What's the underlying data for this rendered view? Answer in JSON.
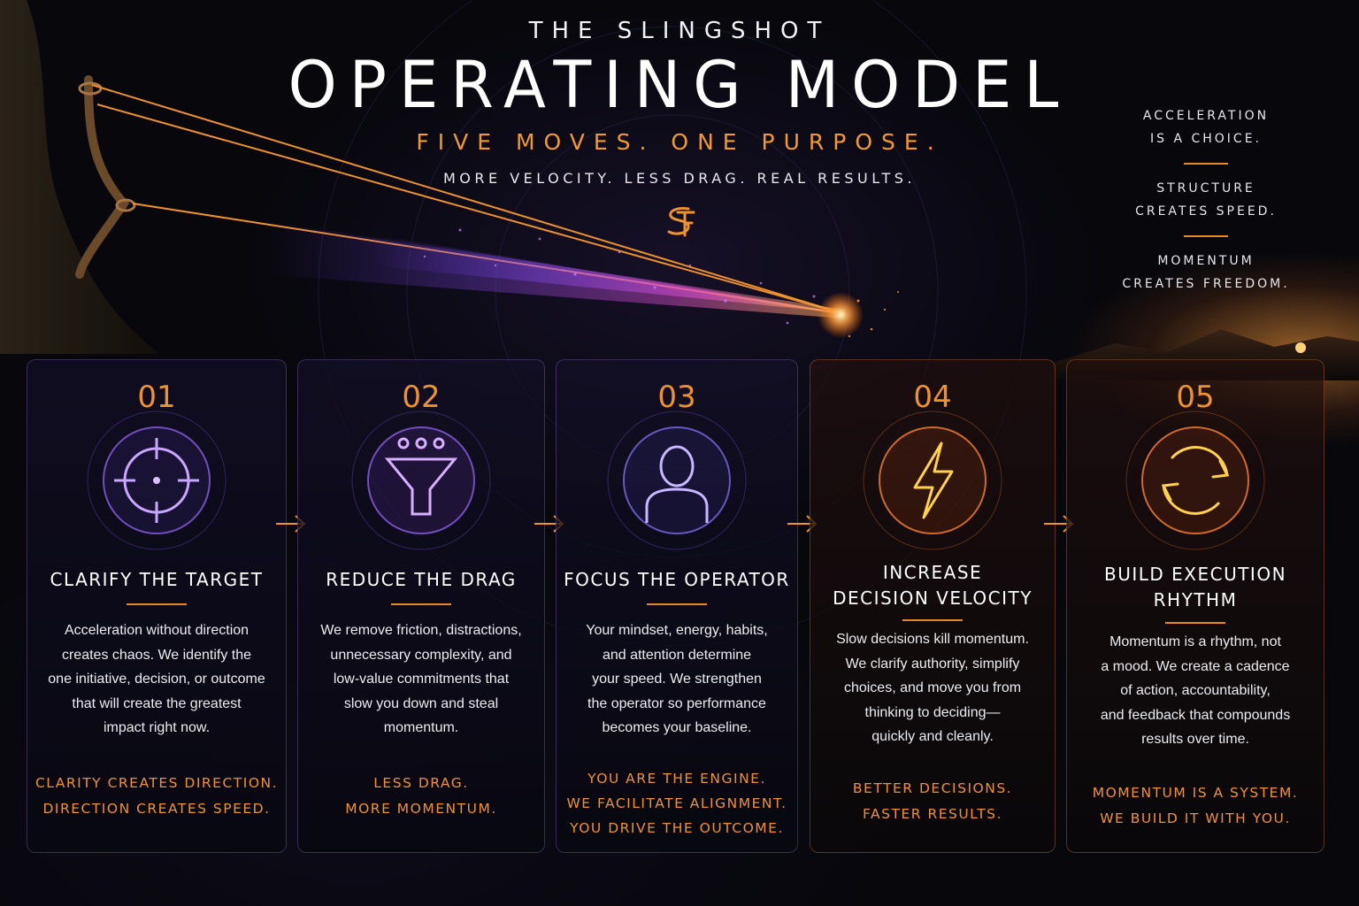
{
  "header": {
    "kicker": "THE SLINGSHOT",
    "title": "OPERATING MODEL",
    "tagline": "FIVE MOVES. ONE PURPOSE.",
    "subtagline": "MORE VELOCITY. LESS DRAG. REAL RESULTS."
  },
  "side_notes": [
    {
      "line1": "ACCELERATION",
      "line2": "IS A CHOICE."
    },
    {
      "line1": "STRUCTURE",
      "line2": "CREATES SPEED."
    },
    {
      "line1": "MOMENTUM",
      "line2": "CREATES FREEDOM."
    }
  ],
  "colors": {
    "accent": "#f0922b",
    "purple": "#b07cff",
    "text": "#ececf0"
  },
  "steps": [
    {
      "number": "01",
      "icon": "target-crosshair-icon",
      "title_line1": "CLARIFY THE TARGET",
      "title_line2": "",
      "body": [
        "Acceleration without direction",
        "creates chaos. We identify the",
        "one initiative, decision, or outcome",
        "that will create the greatest",
        "impact right now."
      ],
      "quote": [
        "CLARITY CREATES DIRECTION.",
        "DIRECTION CREATES SPEED."
      ]
    },
    {
      "number": "02",
      "icon": "funnel-icon",
      "title_line1": "REDUCE THE DRAG",
      "title_line2": "",
      "body": [
        "We remove friction, distractions,",
        "unnecessary complexity, and",
        "low-value commitments that",
        "slow you down and steal",
        "momentum."
      ],
      "quote": [
        "LESS DRAG.",
        "MORE MOMENTUM."
      ]
    },
    {
      "number": "03",
      "icon": "person-icon",
      "title_line1": "FOCUS THE OPERATOR",
      "title_line2": "",
      "body": [
        "Your mindset, energy, habits,",
        "and attention determine",
        "your speed. We strengthen",
        "the operator so performance",
        "becomes your baseline."
      ],
      "quote": [
        "YOU ARE THE ENGINE.",
        "WE FACILITATE ALIGNMENT.",
        "YOU DRIVE THE OUTCOME."
      ]
    },
    {
      "number": "04",
      "icon": "lightning-bolt-icon",
      "title_line1": "INCREASE",
      "title_line2": "DECISION VELOCITY",
      "body": [
        "Slow decisions kill momentum.",
        "We clarify authority, simplify",
        "choices, and move you from",
        "thinking to deciding—",
        "quickly and cleanly."
      ],
      "quote": [
        "BETTER DECISIONS.",
        "FASTER RESULTS."
      ]
    },
    {
      "number": "05",
      "icon": "refresh-cycle-icon",
      "title_line1": "BUILD EXECUTION",
      "title_line2": "RHYTHM",
      "body": [
        "Momentum is a rhythm, not",
        "a mood. We create a cadence",
        "of action, accountability,",
        "and feedback that compounds",
        "results over time."
      ],
      "quote": [
        "MOMENTUM IS A SYSTEM.",
        "WE BUILD IT WITH YOU."
      ]
    }
  ]
}
